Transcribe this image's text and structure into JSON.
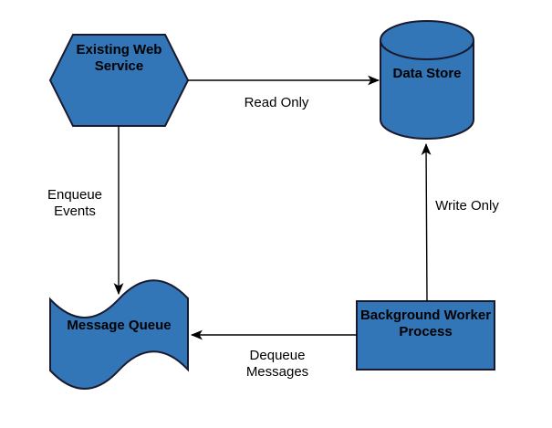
{
  "diagram": {
    "background_color": "#ffffff",
    "shape_fill_color": "#3276b8",
    "shape_stroke_color": "#1a1a2e",
    "edge_color": "#000000",
    "text_color": "#000000",
    "nodes": [
      {
        "id": "web-service",
        "shape": "hexagon",
        "label": "Existing Web Service"
      },
      {
        "id": "data-store",
        "shape": "cylinder",
        "label": "Data Store"
      },
      {
        "id": "message-queue",
        "shape": "wave",
        "label": "Message Queue"
      },
      {
        "id": "background-worker",
        "shape": "rectangle",
        "label": "Background Worker Process"
      }
    ],
    "edges": [
      {
        "from": "web-service",
        "to": "data-store",
        "label": "Read Only"
      },
      {
        "from": "web-service",
        "to": "message-queue",
        "label": "Enqueue Events"
      },
      {
        "from": "background-worker",
        "to": "data-store",
        "label": "Write Only"
      },
      {
        "from": "background-worker",
        "to": "message-queue",
        "label": "Dequeue Messages"
      }
    ]
  }
}
